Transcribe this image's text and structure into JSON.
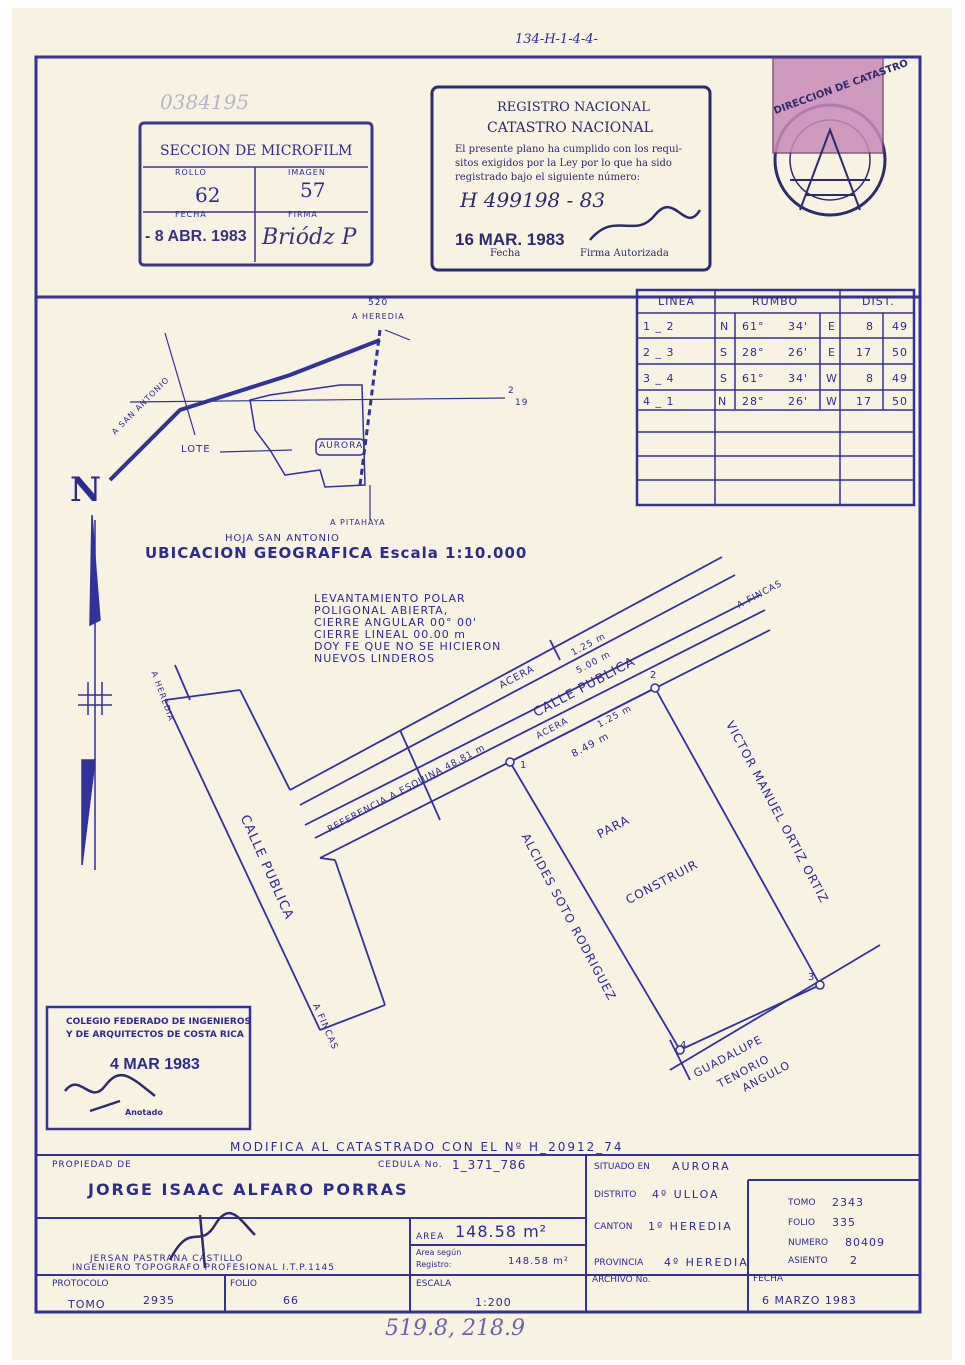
{
  "ref_code": "134-H-1-4-4-",
  "faint_stamp_number": "0384195",
  "microfilm": {
    "title": "SECCION DE MICROFILM",
    "rollo_label": "ROLLO",
    "imagen_label": "IMAGEN",
    "rollo": "62",
    "imagen": "57",
    "fecha_label": "FECHA",
    "firma_label": "FIRMA",
    "fecha": "- 8 ABR. 1983",
    "firma": "Briódz P"
  },
  "registro": {
    "line1": "REGISTRO NACIONAL",
    "line2": "CATASTRO NACIONAL",
    "text1": "El presente plano ha cumplido con los requi-",
    "text2": "sitos exigidos por la Ley por lo que ha sido",
    "text3": "registrado bajo el siguiente número:",
    "numero": "H 499198 - 83",
    "fecha": "16 MAR. 1983",
    "fecha_label": "Fecha",
    "firma_label": "Firma Autorizada"
  },
  "seal_text": "DIRECCION DE CATASTRO",
  "table": {
    "headers": [
      "LINEA",
      "RUMBO",
      "DIST."
    ],
    "rows": [
      {
        "linea": "1 _ 2",
        "dir1": "N",
        "grados": "61°",
        "min": "34'",
        "dir2": "E",
        "dist_a": "8",
        "dist_b": "49"
      },
      {
        "linea": "2 _ 3",
        "dir1": "S",
        "grados": "28°",
        "min": "26'",
        "dir2": "E",
        "dist_a": "17",
        "dist_b": "50"
      },
      {
        "linea": "3 _ 4",
        "dir1": "S",
        "grados": "61°",
        "min": "34'",
        "dir2": "W",
        "dist_a": "8",
        "dist_b": "49"
      },
      {
        "linea": "4 _ 1",
        "dir1": "N",
        "grados": "28°",
        "min": "26'",
        "dir2": "W",
        "dist_a": "17",
        "dist_b": "50"
      }
    ]
  },
  "location_map": {
    "a_heredia": "A HEREDIA",
    "a_san_antonio": "A SAN ANTONIO",
    "lote": "LOTE",
    "aurora": "AURORA",
    "a_pitahaya": "A PITAHAYA",
    "num_520": "520",
    "num_2": "2",
    "num_19": "19",
    "hoja": "HOJA SAN ANTONIO",
    "ubicacion": "UBICACION GEOGRAFICA Escala 1:10.000"
  },
  "north_label": "N",
  "survey_notes": [
    "LEVANTAMIENTO POLAR",
    "POLIGONAL ABIERTA,",
    "CIERRE ANGULAR 00° 00'",
    "CIERRE LINEAL 00.00 m",
    "DOY FE QUE NO SE HICIERON",
    "NUEVOS LINDEROS"
  ],
  "plan": {
    "a_fincas_top": "A FINCAS",
    "a_heredia": "A HEREDIA",
    "acera_top": "ACERA",
    "w125_top": "1.25 m",
    "w500": "5.00 m",
    "calle_publica_top": "CALLE PUBLICA",
    "acera_bottom": "ACERA",
    "w125_bottom": "1.25 m",
    "dist_849": "8.49 m",
    "referencia": "REFERENCIA A ESQUINA 48.81 m",
    "calle_publica_left": "CALLE PUBLICA",
    "a_fincas_bottom": "A FINCAS",
    "alcides": "ALCIDES SOTO RODRIGUEZ",
    "para": "PARA",
    "construir": "CONSTRUIR",
    "victor": "VICTOR MANUEL ORTIZ ORTIZ",
    "guadalupe_1": "GUADALUPE",
    "guadalupe_2": "TENORIO",
    "guadalupe_3": "ANGULO",
    "v1": "1",
    "v2": "2",
    "v3": "3",
    "v4": "4"
  },
  "colegio": {
    "line1": "COLEGIO FEDERADO DE INGENIEROS",
    "line2": "Y DE ARQUITECTOS DE COSTA RICA",
    "fecha": "4 MAR 1983",
    "anotado": "Anotado"
  },
  "modifica": "MODIFICA AL CATASTRADO CON EL Nº H_20912_74",
  "title_block": {
    "propiedad_label": "PROPIEDAD DE",
    "cedula_label": "CEDULA No.",
    "cedula": "1_371_786",
    "owner": "JORGE ISAAC ALFARO PORRAS",
    "ingeniero_1": "JERSAN PASTRANA CASTILLO",
    "ingeniero_2": "INGENIERO TOPOGRAFO PROFESIONAL I.T.P.1145",
    "area_label": "AREA",
    "area": "148.58 m²",
    "area_segun_1": "Area según",
    "area_segun_2": "Registro:",
    "area_registro": "148.58 m²",
    "situado_label": "SITUADO EN",
    "situado": "AURORA",
    "distrito_label": "DISTRITO",
    "distrito": "4º ULLOA",
    "canton_label": "CANTON",
    "canton": "1º HEREDIA",
    "provincia_label": "PROVINCIA",
    "provincia": "4º HEREDIA",
    "tomo_label": "TOMO",
    "tomo": "2343",
    "folio_label": "FOLIO",
    "folio": "335",
    "numero_label": "NUMERO",
    "numero": "80409",
    "asiento_label": "ASIENTO",
    "asiento": "2",
    "protocolo_label": "PROTOCOLO",
    "p_tomo_label": "TOMO",
    "p_tomo": "2935",
    "p_folio_label": "FOLIO",
    "p_folio": "66",
    "escala_label": "ESCALA",
    "escala": "1:200",
    "archivo_label": "ARCHIVO No.",
    "fecha_label": "FECHA",
    "fecha": "6 MARZO 1983"
  },
  "bottom_handwriting": "519.8, 218.9"
}
